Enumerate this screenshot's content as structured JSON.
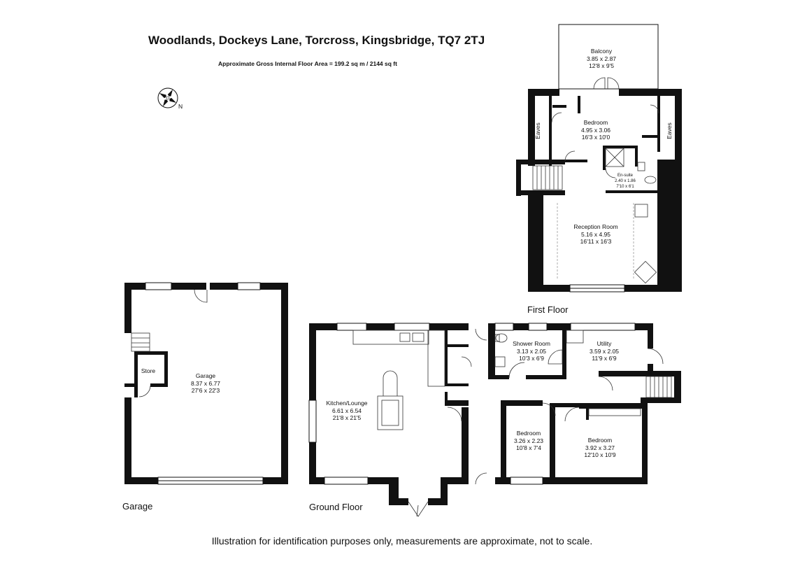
{
  "header": {
    "address": "Woodlands, Dockeys Lane, Torcross, Kingsbridge, TQ7 2TJ",
    "area": "Approximate Gross Internal Floor Area = 199.2 sq m / 2144 sq ft",
    "compass_letter": "N"
  },
  "floors": {
    "first": "First Floor",
    "ground": "Ground Floor",
    "garage": "Garage"
  },
  "rooms": {
    "balcony": {
      "name": "Balcony",
      "metric": "3.85 x 2.87",
      "imperial": "12'8 x 9'5"
    },
    "bedroom_first": {
      "name": "Bedroom",
      "metric": "4.95 x 3.06",
      "imperial": "16'3 x 10'0"
    },
    "eaves_left": {
      "name": "Eaves"
    },
    "eaves_right": {
      "name": "Eaves"
    },
    "ensuite": {
      "name": "En-suite",
      "metric": "2.40 x 1.86",
      "imperial": "7'10 x 6'1"
    },
    "reception": {
      "name": "Reception Room",
      "metric": "5.16 x 4.95",
      "imperial": "16'11 x 16'3"
    },
    "garage": {
      "name": "Garage",
      "metric": "8.37 x 6.77",
      "imperial": "27'6 x 22'3"
    },
    "store": {
      "name": "Store"
    },
    "kitchen": {
      "name": "Kitchen/Lounge",
      "metric": "6.61 x 6.54",
      "imperial": "21'8 x 21'5"
    },
    "shower": {
      "name": "Shower Room",
      "metric": "3.13 x 2.05",
      "imperial": "10'3 x 6'9"
    },
    "utility": {
      "name": "Utility",
      "metric": "3.59 x 2.05",
      "imperial": "11'9 x 6'9"
    },
    "bedroom_small": {
      "name": "Bedroom",
      "metric": "3.26 x 2.23",
      "imperial": "10'8 x 7'4"
    },
    "bedroom_large": {
      "name": "Bedroom",
      "metric": "3.92 x 3.27",
      "imperial": "12'10 x 10'9"
    }
  },
  "footer": {
    "disclaimer": "Illustration for identification purposes only, measurements are approximate, not to scale."
  }
}
